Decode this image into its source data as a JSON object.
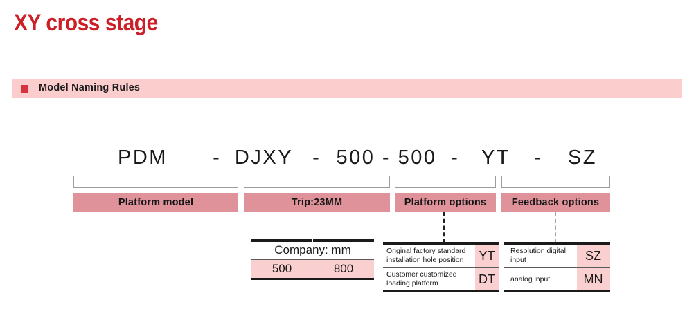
{
  "page": {
    "title": "XY cross stage"
  },
  "section": {
    "marker": "red-square-marker",
    "title": "Model Naming Rules"
  },
  "model_code": {
    "segments": [
      "PDM",
      "DJXY",
      "500 - 500",
      "YT",
      "SZ"
    ],
    "separators": [
      "-",
      "-",
      "-",
      "-"
    ],
    "full": "PDM - DJXY - 500 - 500 - YT - SZ"
  },
  "fields": [
    {
      "label": "Platform model",
      "value": ""
    },
    {
      "label": "Trip:23MM",
      "value": ""
    },
    {
      "label": "Platform options",
      "value": ""
    },
    {
      "label": "Feedback options",
      "value": ""
    }
  ],
  "trip_table": {
    "header": "Company: mm",
    "values": [
      "500",
      "800"
    ]
  },
  "platform_options": {
    "rows": [
      {
        "description": "Original factory standard installation hole position",
        "code": "YT"
      },
      {
        "description": "Customer customized loading platform",
        "code": "DT"
      }
    ]
  },
  "feedback_options": {
    "rows": [
      {
        "description": "Resolution digital input",
        "code": "SZ"
      },
      {
        "description": "analog input",
        "code": "MN"
      }
    ]
  },
  "colors": {
    "title_red": "#cc1f28",
    "banner_pink": "#fbcdcd",
    "bar_pink": "#e0929a",
    "cell_pink": "#f9cfcf",
    "marker_red": "#d5333f",
    "rule_black": "#1a1a1a"
  }
}
